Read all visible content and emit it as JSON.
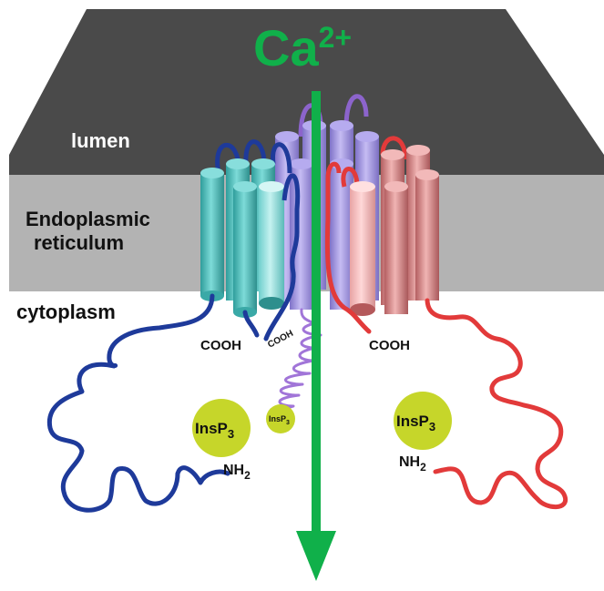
{
  "ion": {
    "symbol": "Ca",
    "charge": "2+"
  },
  "regions": {
    "lumen": "lumen",
    "er_line1": "Endoplasmic",
    "er_line2": "reticulum",
    "cytoplasm": "cytoplasm"
  },
  "subunits": [
    {
      "name": "teal",
      "cooh": "COOH",
      "ligand": "InsP",
      "ligand_sub": "3",
      "nterm": "NH",
      "nterm_sub": "2"
    },
    {
      "name": "purple",
      "cooh": "COOH",
      "ligand": "InsP",
      "ligand_sub": "3"
    },
    {
      "name": "red",
      "cooh": "COOH",
      "ligand": "InsP",
      "ligand_sub": "3",
      "nterm": "NH",
      "nterm_sub": "2"
    }
  ],
  "colors": {
    "membrane_top": "#4a4a4a",
    "membrane_side": "#b3b3b3",
    "ion_arrow": "#10b04a",
    "teal_helix": "#5ec6c4",
    "blue_loop": "#1e3a9a",
    "purple_helix": "#a79be3",
    "purple_loop": "#a175d8",
    "red_helix": "#e08c8c",
    "red_loop": "#e23a3a",
    "ligand": "#c6d62a",
    "label_white": "#ffffff",
    "label_dark": "#111111"
  }
}
